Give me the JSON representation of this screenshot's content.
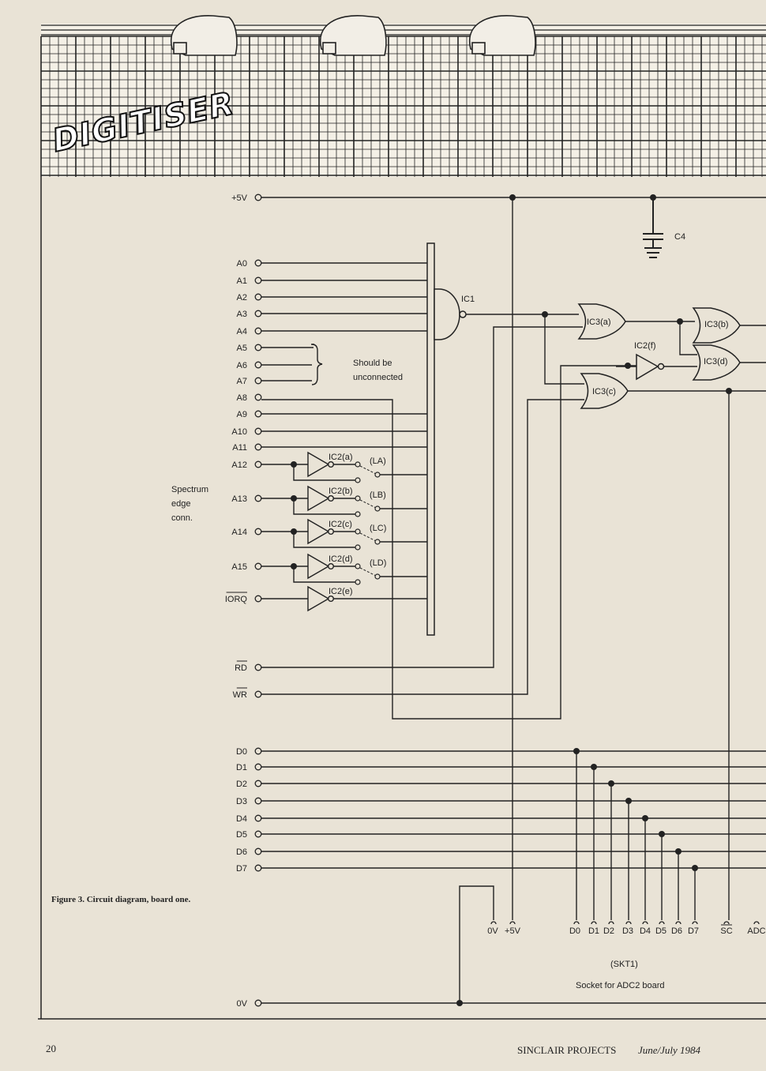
{
  "header": {
    "title": "DIGITISER"
  },
  "pins": {
    "vcc": "+5V",
    "address": [
      "A0",
      "A1",
      "A2",
      "A3",
      "A4",
      "A5",
      "A6",
      "A7",
      "A8",
      "A9",
      "A10",
      "A11",
      "A12",
      "A13",
      "A14",
      "A15"
    ],
    "iorq": "IORQ",
    "rd": "RD",
    "wr": "WR",
    "data": [
      "D0",
      "D1",
      "D2",
      "D3",
      "D4",
      "D5",
      "D6",
      "D7"
    ],
    "gnd": "0V"
  },
  "components": {
    "c4": "C4",
    "ic1": "IC1",
    "ic3a": "IC3(a)",
    "ic3b": "IC3(b)",
    "ic3c": "IC3(c)",
    "ic3d": "IC3(d)",
    "ic2f": "IC2(f)",
    "ic2": [
      "IC2(a)",
      "IC2(b)",
      "IC2(c)",
      "IC2(d)",
      "IC2(e)"
    ],
    "links": [
      "(LA)",
      "(LB)",
      "(LC)",
      "(LD)"
    ]
  },
  "notes": {
    "unconnected_1": "Should be",
    "unconnected_2": "unconnected",
    "edge_1": "Spectrum",
    "edge_2": "edge",
    "edge_3": "conn."
  },
  "socket": {
    "pins": [
      "0V",
      "+5V",
      "D0",
      "D1",
      "D2",
      "D3",
      "D4",
      "D5",
      "D6",
      "D7",
      "SC",
      "ADC"
    ],
    "name": "(SKT1)",
    "desc": "Socket for ADC2 board"
  },
  "caption": "Figure 3. Circuit diagram, board one.",
  "footer": {
    "page": "20",
    "magazine": "SINCLAIR PROJECTS",
    "issue": "June/July 1984"
  }
}
